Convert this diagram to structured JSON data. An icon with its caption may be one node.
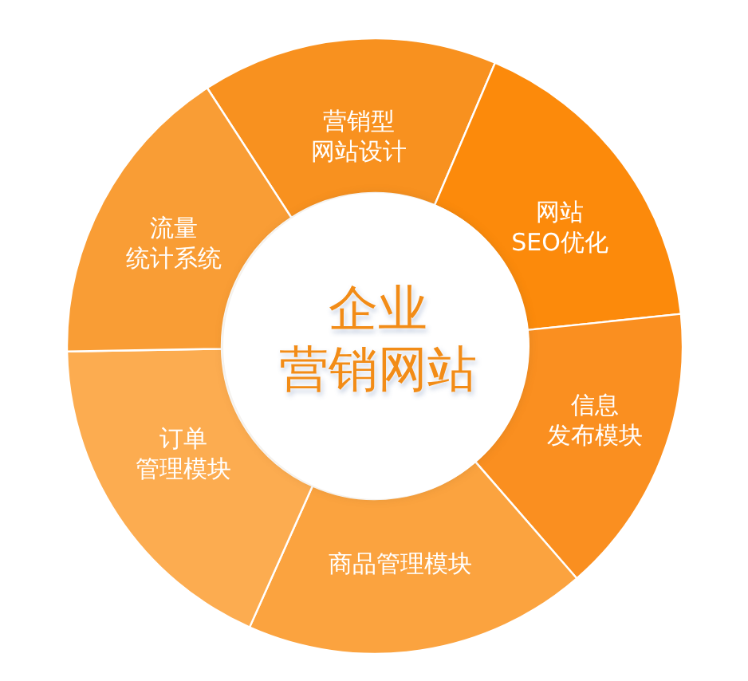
{
  "diagram": {
    "nodes": [
      {
        "text": [
          "企业营销网站"
        ]
      },
      {
        "text": [
          "营销型网站设计"
        ]
      },
      {
        "text": [
          "网站SEO优化"
        ]
      },
      {
        "text": [
          "信息发布模块"
        ]
      },
      {
        "text": [
          "商品管理模块"
        ]
      },
      {
        "text": [
          "订单管理模块"
        ]
      },
      {
        "text": [
          "流量统计系统"
        ]
      }
    ]
  }
}
